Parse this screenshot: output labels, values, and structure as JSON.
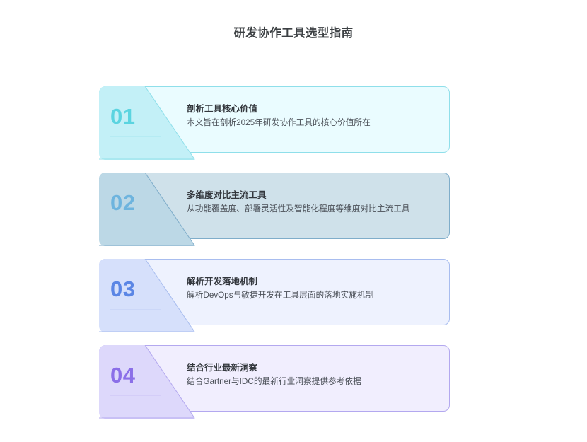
{
  "page": {
    "title": "研发协作工具选型指南",
    "background": "#ffffff",
    "title_color": "#3c4043"
  },
  "cards": [
    {
      "number": "01",
      "title": "剖析工具核心价值",
      "desc": "本文旨在剖析2025年研发协作工具的核心价值所在",
      "panel_color": "#c3f0f7",
      "body_color": "#eafcff",
      "border_color": "#8fdfea",
      "number_color": "#5bd4e0",
      "rule_color": "#a9e7f0",
      "lines": 1
    },
    {
      "number": "02",
      "title": "多维度对比主流工具",
      "desc": "从功能覆盖度、部署灵活性及智能化程度等维度对比主流工具",
      "panel_color": "#bcd8e6",
      "body_color": "#cfe1ea",
      "border_color": "#7fadca",
      "number_color": "#6eb4de",
      "rule_color": "#a8cbdd",
      "lines": 2
    },
    {
      "number": "03",
      "title": "解析开发落地机制",
      "desc": "解析DevOps与敏捷开发在工具层面的落地实施机制",
      "panel_color": "#d6e0fb",
      "body_color": "#eef2fe",
      "border_color": "#a8bdef",
      "number_color": "#5b86e5",
      "rule_color": "#c2d0f5",
      "lines": 1
    },
    {
      "number": "04",
      "title": "结合行业最新洞察",
      "desc": "结合Gartner与IDC的最新行业洞察提供参考依据",
      "panel_color": "#ddd8fb",
      "body_color": "#f1eefe",
      "border_color": "#b3a8ef",
      "number_color": "#8b6fe8",
      "rule_color": "#ccc4f6",
      "lines": 1
    }
  ]
}
